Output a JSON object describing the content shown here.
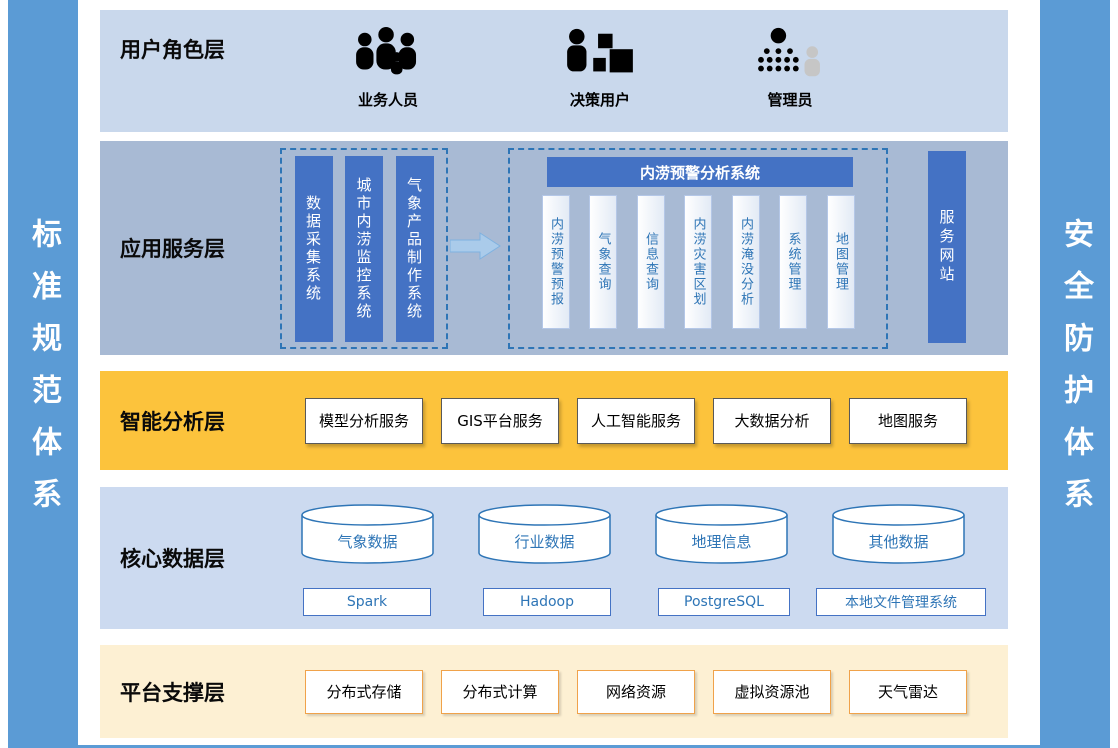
{
  "pillars": {
    "left": "标准规范体系",
    "right": "安全防护体系"
  },
  "layers": {
    "user_role": {
      "label": "用户角色层",
      "roles": [
        {
          "label": "业务人员",
          "icon": "business-users-icon"
        },
        {
          "label": "决策用户",
          "icon": "decision-user-icon"
        },
        {
          "label": "管理员",
          "icon": "admin-icon"
        }
      ]
    },
    "application_service": {
      "label": "应用服务层",
      "source_systems": [
        "数据采集系统",
        "城市内涝监控系统",
        "气象产品制作系统"
      ],
      "warning_system": {
        "title": "内涝预警分析系统",
        "modules": [
          "内涝预警预报",
          "气象查询",
          "信息查询",
          "内涝灾害区划",
          "内涝淹没分析",
          "系统管理",
          "地图管理"
        ]
      },
      "service_site": "服务网站"
    },
    "intelligent_analysis": {
      "label": "智能分析层",
      "services": [
        "模型分析服务",
        "GIS平台服务",
        "人工智能服务",
        "大数据分析",
        "地图服务"
      ]
    },
    "core_data": {
      "label": "核心数据层",
      "databases": [
        "气象数据",
        "行业数据",
        "地理信息",
        "其他数据"
      ],
      "storages": [
        "Spark",
        "Hadoop",
        "PostgreSQL",
        "本地文件管理系统"
      ]
    },
    "platform_support": {
      "label": "平台支撑层",
      "resources": [
        "分布式存储",
        "分布式计算",
        "网络资源",
        "虚拟资源池",
        "天气雷达"
      ]
    }
  },
  "colors": {
    "pillar_blue": "#5b9bd5",
    "bar_blue": "#4472c4",
    "analysis_gold": "#fcc33c",
    "user_layer_blue": "#c9d8ec",
    "app_layer_blue": "#a8bad4",
    "data_layer_blue": "#ccdaf0",
    "support_cream": "#fdf0d3",
    "accent_text_blue": "#2e75b6"
  }
}
